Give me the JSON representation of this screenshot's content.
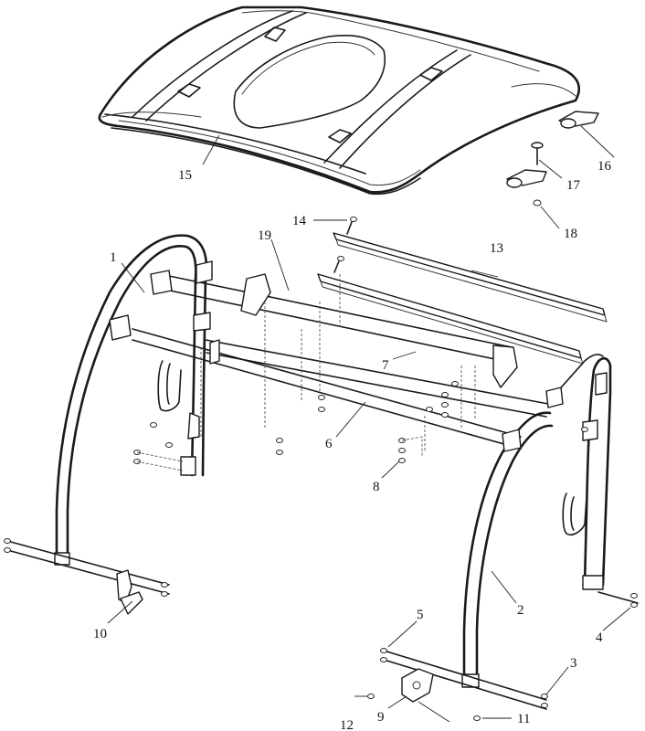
{
  "callouts": [
    {
      "id": "1",
      "text": "1"
    },
    {
      "id": "2",
      "text": "2"
    },
    {
      "id": "3",
      "text": "3"
    },
    {
      "id": "4",
      "text": "4"
    },
    {
      "id": "5",
      "text": "5"
    },
    {
      "id": "6",
      "text": "6"
    },
    {
      "id": "7",
      "text": "7"
    },
    {
      "id": "8",
      "text": "8"
    },
    {
      "id": "9",
      "text": "9"
    },
    {
      "id": "10",
      "text": "10"
    },
    {
      "id": "11",
      "text": "11"
    },
    {
      "id": "12",
      "text": "12"
    },
    {
      "id": "13",
      "text": "13"
    },
    {
      "id": "14",
      "text": "14"
    },
    {
      "id": "15",
      "text": "15"
    },
    {
      "id": "16",
      "text": "16"
    },
    {
      "id": "17",
      "text": "17"
    },
    {
      "id": "18",
      "text": "18"
    },
    {
      "id": "19",
      "text": "19"
    }
  ],
  "colors": {
    "line": "#1a1a1a",
    "background": "#ffffff"
  }
}
